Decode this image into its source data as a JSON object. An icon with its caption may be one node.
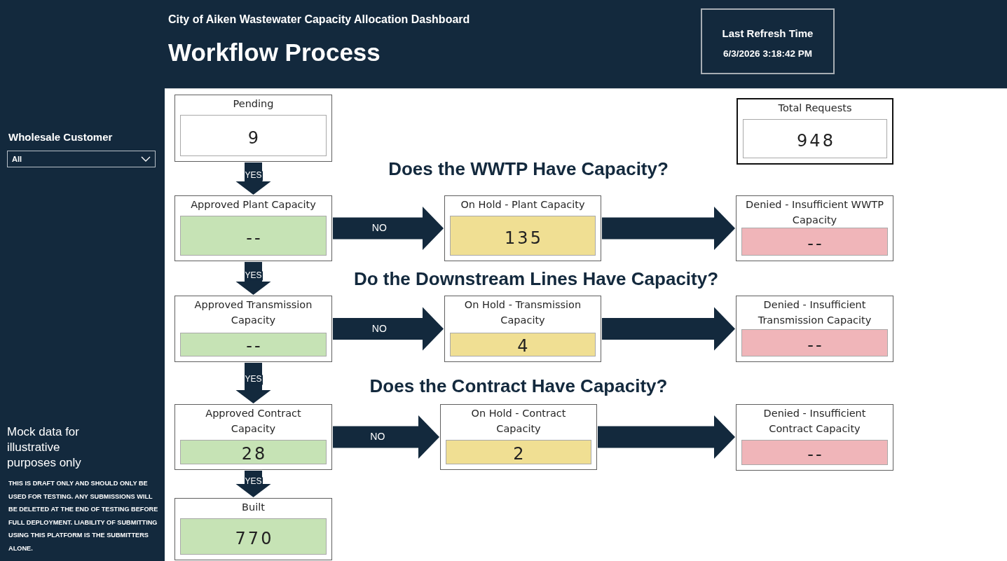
{
  "diagram": {
    "title": "Workflow Process",
    "nodes": [
      {
        "text": [
          "Last Refresh Time",
          "6/3/2026 3:18:42 PM"
        ]
      },
      {
        "text": [
          "Pending",
          "9"
        ]
      },
      {
        "text": [
          "Total Requests",
          "948"
        ]
      },
      {
        "text": [
          "Approved Plant Capacity",
          "--"
        ]
      },
      {
        "text": [
          "On Hold - Plant Capacity",
          "135"
        ]
      },
      {
        "text": [
          "Denied - Insufficient WWTP Capacity",
          "--"
        ]
      },
      {
        "text": [
          "Approved Transmission Capacity",
          "--"
        ]
      },
      {
        "text": [
          "On Hold - Transmission Capacity",
          "4"
        ]
      },
      {
        "text": [
          "Denied - Insufficient Transmission Capacity",
          "--"
        ]
      },
      {
        "text": [
          "Approved Contract Capacity",
          "28"
        ]
      },
      {
        "text": [
          "On Hold - Contract Capacity",
          "2"
        ]
      },
      {
        "text": [
          "Denied - Insufficient Contract Capacity",
          "--"
        ]
      },
      {
        "text": [
          "Built",
          "770"
        ]
      }
    ],
    "edges": [
      {
        "from": 1,
        "to": 3,
        "arrow": "to",
        "label": "YES"
      },
      {
        "from": 3,
        "to": 4,
        "arrow": "to",
        "label": "NO"
      },
      {
        "from": 4,
        "to": 5,
        "arrow": "to"
      },
      {
        "from": 3,
        "to": 6,
        "arrow": "to",
        "label": "YES"
      },
      {
        "from": 6,
        "to": 7,
        "arrow": "to",
        "label": "NO"
      },
      {
        "from": 7,
        "to": 8,
        "arrow": "to"
      },
      {
        "from": 6,
        "to": 9,
        "arrow": "to",
        "label": "YES"
      },
      {
        "from": 9,
        "to": 10,
        "arrow": "to",
        "label": "NO"
      },
      {
        "from": 10,
        "to": 11,
        "arrow": "to"
      },
      {
        "from": 9,
        "to": 12,
        "arrow": "to",
        "label": "YES"
      }
    ],
    "labels": [
      "City of Aiken Wastewater Capacity Allocation Dashboard",
      "Wholesale Customer",
      "All",
      "Does the WWTP Have Capacity?",
      "Do the Downstream Lines Have Capacity?",
      "Does the Contract Have Capacity?",
      "Mock data for illustrative purposes only",
      "THIS IS DRAFT ONLY AND SHOULD ONLY BE USED FOR TESTING. ANY SUBMISSIONS WILL BE DELETED AT THE END OF TESTING BEFORE FULL DEPLOYMENT. LIABILITY OF SUBMITTING USING THIS PLATFORM IS THE SUBMITTERS ALONE."
    ]
  }
}
